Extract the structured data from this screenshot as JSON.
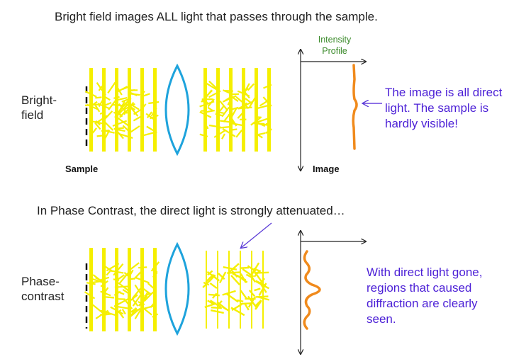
{
  "texts": {
    "bright_title": "Bright field images ALL light that passes through the sample.",
    "bright_label_1": "Bright-",
    "bright_label_2": "field",
    "sample_label": "Sample",
    "image_label": "Image",
    "intensity_1": "Intensity",
    "intensity_2": "Profile",
    "bright_note_1": "The image is all direct",
    "bright_note_2": "light.  The sample is",
    "bright_note_3": "hardly visible!",
    "phase_title": "In Phase Contrast, the direct light is strongly attenuated…",
    "phase_label_1": "Phase-",
    "phase_label_2": "contrast",
    "phase_note_1": "With direct light gone,",
    "phase_note_2": "regions that caused",
    "phase_note_3": "diffraction are clearly",
    "phase_note_4": "seen."
  },
  "colors": {
    "wave": "#f5ef00",
    "lens": "#1ea3dc",
    "profile": "#f08a1c",
    "note": "#4b1fd6",
    "intensity_label": "#3a8a2a",
    "axis": "#222222",
    "pointer_arrow": "#5a3ad6"
  }
}
